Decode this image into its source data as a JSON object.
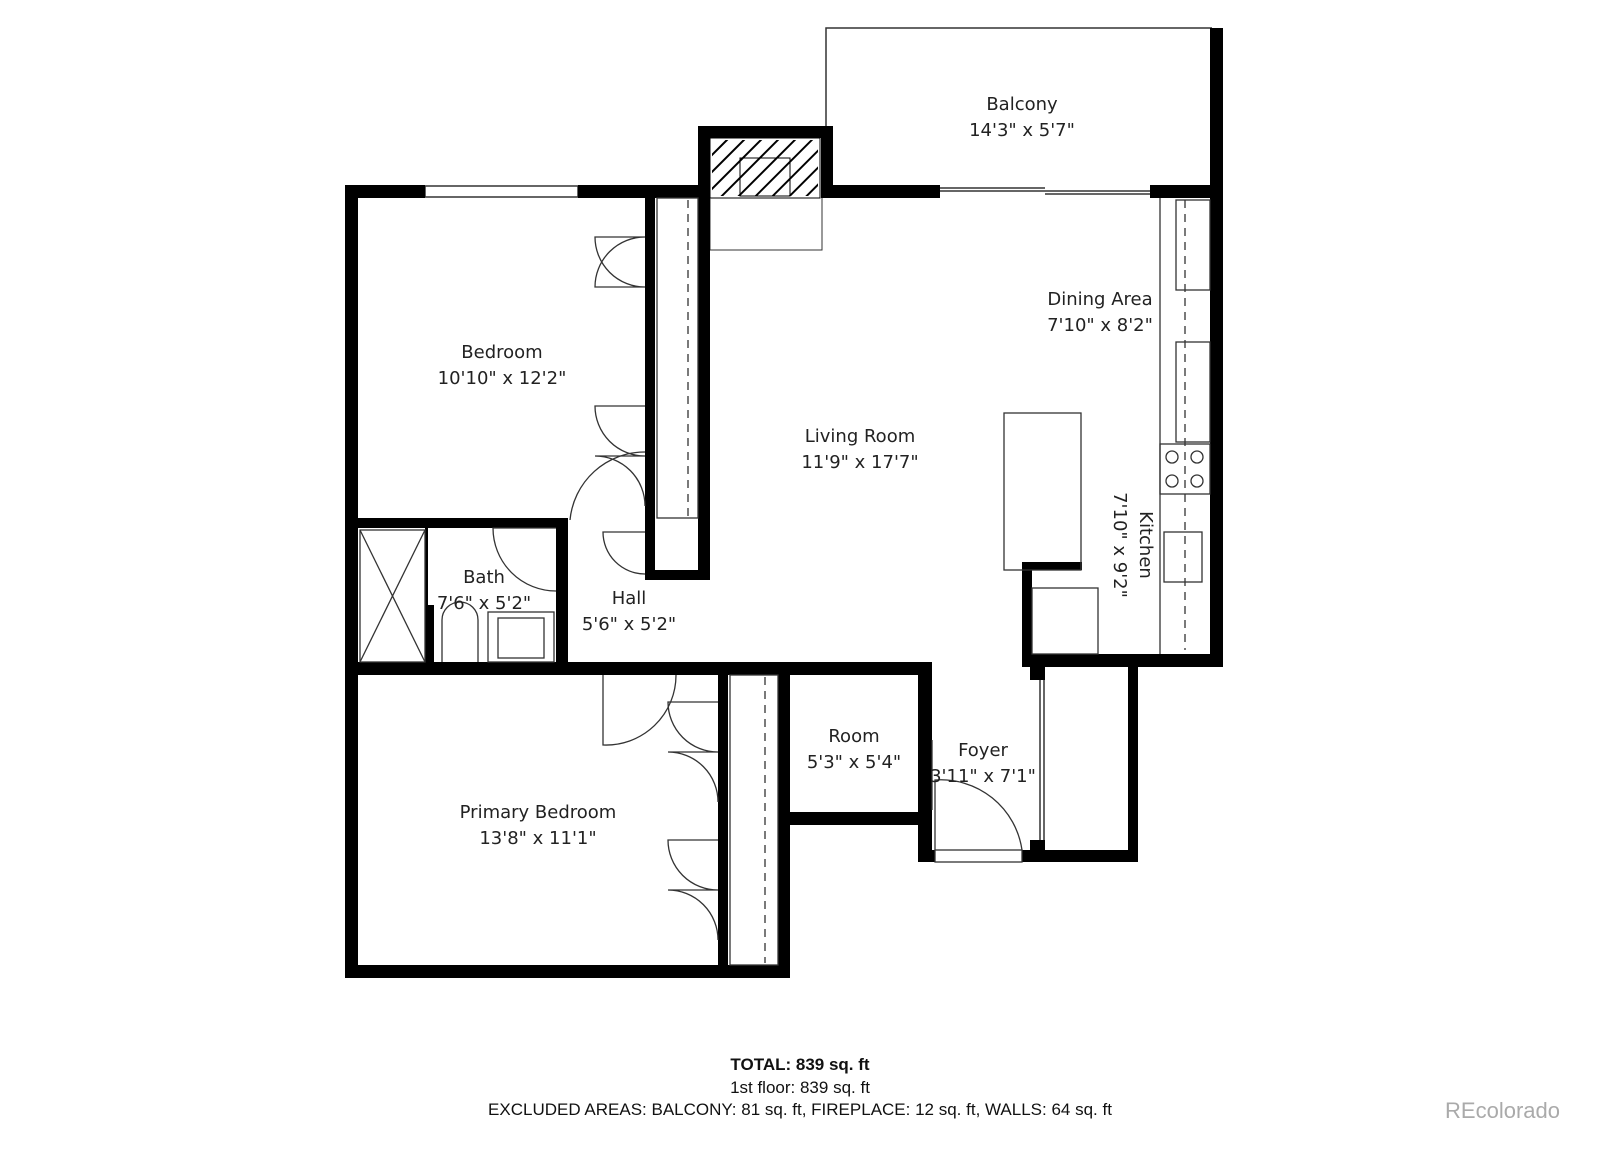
{
  "rooms": [
    {
      "name": "Balcony",
      "dims": "14'3\" x 5'7\""
    },
    {
      "name": "Dining Area",
      "dims": "7'10\" x 8'2\""
    },
    {
      "name": "Bedroom",
      "dims": "10'10\" x 12'2\""
    },
    {
      "name": "Living Room",
      "dims": "11'9\" x 17'7\""
    },
    {
      "name": "Kitchen",
      "dims": "7'10\" x 9'2\""
    },
    {
      "name": "Bath",
      "dims": "7'6\" x 5'2\""
    },
    {
      "name": "Hall",
      "dims": "5'6\" x 5'2\""
    },
    {
      "name": "Room",
      "dims": "5'3\" x 5'4\""
    },
    {
      "name": "Foyer",
      "dims": "3'11\" x 7'1\""
    },
    {
      "name": "Primary Bedroom",
      "dims": "13'8\" x 11'1\""
    }
  ],
  "summary": {
    "total": "TOTAL: 839 sq. ft",
    "floor": "1st floor: 839 sq. ft",
    "excluded": "EXCLUDED AREAS: BALCONY: 81 sq. ft, FIREPLACE: 12 sq. ft, WALLS: 64 sq. ft"
  },
  "brand": "REcolorado",
  "colors": {
    "wall": "#000000",
    "line": "#333333",
    "brand": "#aaaaaa"
  }
}
